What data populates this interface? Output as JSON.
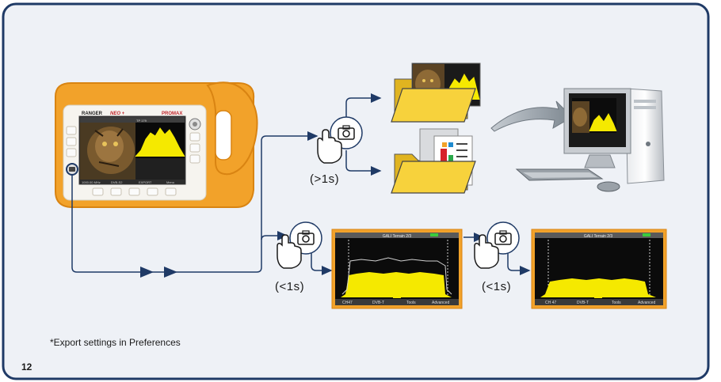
{
  "device": {
    "brand": "RANGER",
    "model": "NEO +",
    "maker": "PROMAX",
    "screen_bottom_labels": [
      "1000.00 MHz",
      "DVB-S2",
      "EXPORT",
      "Menu"
    ]
  },
  "captions": {
    "long_press": "(>1s)",
    "short_press_1": "(<1s)",
    "short_press_2": "(<1s)"
  },
  "screenshot_1": {
    "title": "GALI Terrain 2/3",
    "softkeys": [
      "CH47",
      "DVB-T",
      "Tools",
      "Advanced"
    ]
  },
  "screenshot_2": {
    "title": "GALI Terrain 2/3",
    "softkeys": [
      "CH 47",
      "DVB-T",
      "Tools",
      "Advanced"
    ]
  },
  "footnote": "*Export settings in Preferences",
  "page_number": "12",
  "colors": {
    "frame": "#1f3a66",
    "arrow": "#1f3a66",
    "device_body": "#f2a22a",
    "spectrum": "#f5e900",
    "folder": "#f7d23c"
  }
}
